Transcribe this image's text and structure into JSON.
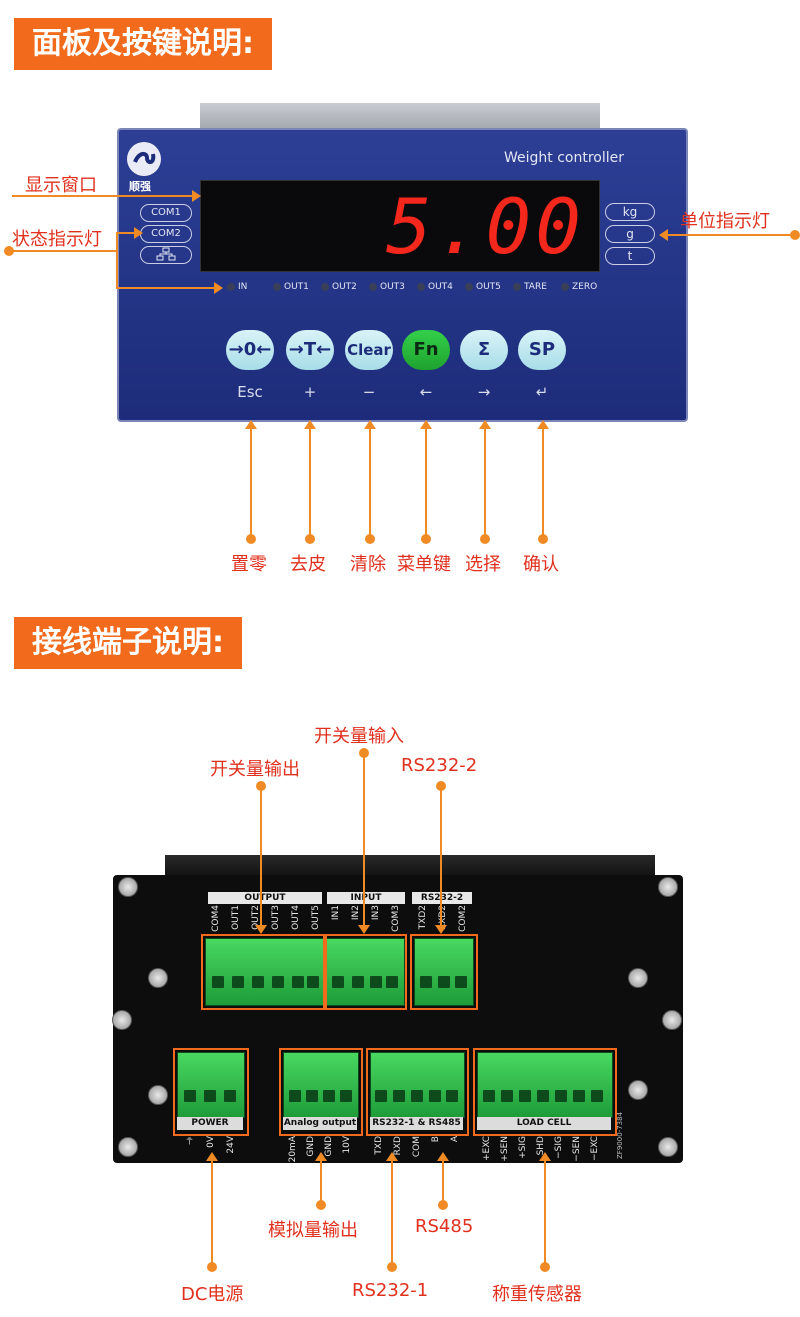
{
  "sections": {
    "panel_title": "面板及按键说明:",
    "terminal_title": "接线端子说明:"
  },
  "panel": {
    "brand": "顺强",
    "model": "Weight controller",
    "display_value": "5.00",
    "com_leds": [
      "COM1",
      "COM2"
    ],
    "network_icon": "network-icon",
    "units": [
      "kg",
      "g",
      "t"
    ],
    "status_leds": [
      "IN",
      "OUT1",
      "OUT2",
      "OUT3",
      "OUT4",
      "OUT5",
      "TARE",
      "ZERO"
    ],
    "keys": [
      {
        "label": "→0←",
        "sub": "Esc",
        "desc": "置零"
      },
      {
        "label": "→T←",
        "sub": "+",
        "desc": "去皮"
      },
      {
        "label": "Clear",
        "sub": "−",
        "desc": "清除"
      },
      {
        "label": "Fn",
        "sub": "←",
        "desc": "菜单键"
      },
      {
        "label": "Σ",
        "sub": "→",
        "desc": "选择"
      },
      {
        "label": "SP",
        "sub": "↵",
        "desc": "确认"
      }
    ],
    "callouts": {
      "display": "显示窗口",
      "status": "状态指示灯",
      "unit": "单位指示灯"
    }
  },
  "terminal": {
    "groups_top": {
      "output": {
        "title": "OUTPUT",
        "pins": [
          "COM4",
          "OUT1",
          "OUT2",
          "OUT3",
          "OUT4",
          "OUT5"
        ]
      },
      "input": {
        "title": "INPUT",
        "pins": [
          "IN1",
          "IN2",
          "IN3",
          "COM3"
        ]
      },
      "rs232_2": {
        "title": "RS232-2",
        "pins": [
          "TXD2",
          "RXD2",
          "COM2"
        ]
      }
    },
    "groups_bottom": {
      "power": {
        "caption": "POWER",
        "pins": [
          "⏚",
          "0V",
          "24V"
        ]
      },
      "analog": {
        "caption": "Analog output",
        "pins": [
          "20mA",
          "GND",
          "GND",
          "10V"
        ]
      },
      "rs": {
        "caption": "RS232-1 & RS485",
        "pins": [
          "TXD",
          "RXD",
          "COM",
          "B",
          "A"
        ]
      },
      "load": {
        "caption": "LOAD CELL",
        "pins": [
          "+EXC",
          "+SEN",
          "+SIG",
          "SHD",
          "−SIG",
          "−SEN",
          "−EXC"
        ]
      }
    },
    "side_text": "ZF9000-7384",
    "callouts": {
      "switch_out": "开关量输出",
      "switch_in": "开关量输入",
      "rs232_2": "RS232-2",
      "dc_power": "DC电源",
      "analog": "模拟量输出",
      "rs232_1": "RS232-1",
      "rs485": "RS485",
      "load_cell": "称重传感器"
    }
  }
}
